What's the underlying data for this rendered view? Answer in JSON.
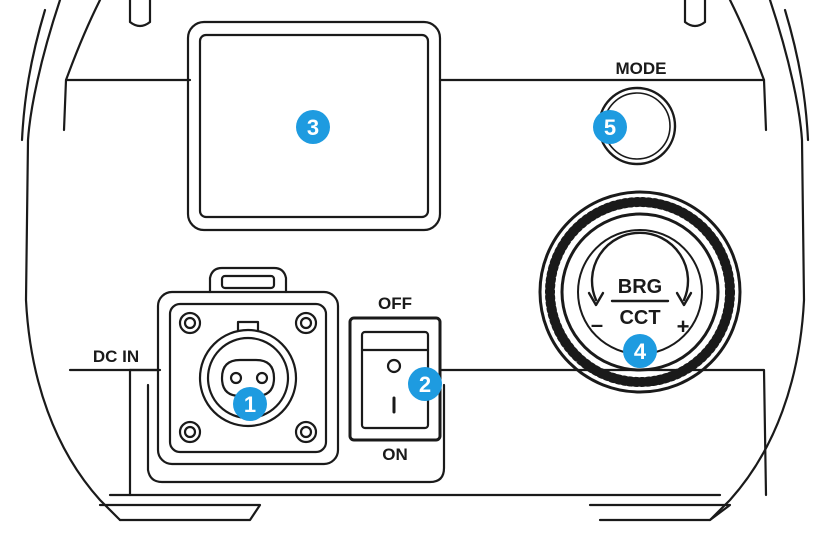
{
  "labels": {
    "mode": "MODE",
    "off": "OFF",
    "on": "ON",
    "dc_in": "DC IN",
    "dial_top": "BRG",
    "dial_bottom": "CCT",
    "dial_minus": "–",
    "dial_plus": "+",
    "switch_o": "O",
    "switch_i": "I"
  },
  "callouts": [
    {
      "number": "1"
    },
    {
      "number": "2"
    },
    {
      "number": "3"
    },
    {
      "number": "4"
    },
    {
      "number": "5"
    }
  ],
  "colors": {
    "badge": "#1e9be0",
    "line": "#1a1a1a",
    "background": "#ffffff"
  }
}
